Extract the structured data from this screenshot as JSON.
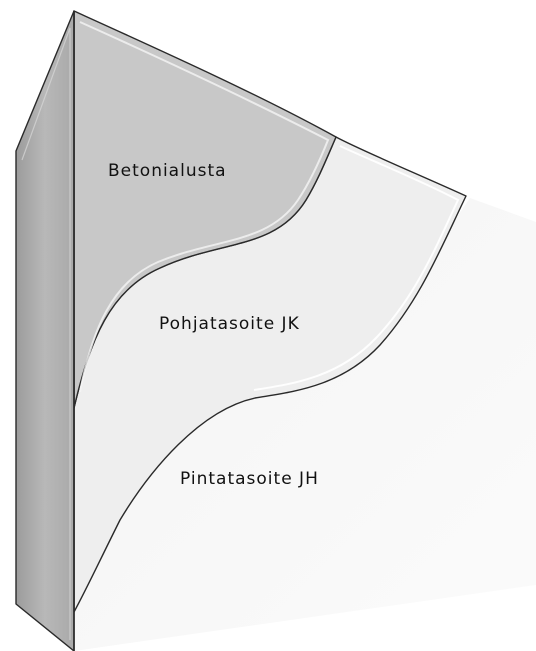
{
  "diagram": {
    "layers": [
      {
        "label": "Betonialusta",
        "fill": "#c8c8c8"
      },
      {
        "label": "Pohjatasoite JK",
        "fill": "#eeeeee"
      },
      {
        "label": "Pintatasoite JH",
        "fill": "#f7f7f7"
      }
    ],
    "side_face_fill": "#b5b5b5",
    "outline_color": "#2a2a2a"
  }
}
